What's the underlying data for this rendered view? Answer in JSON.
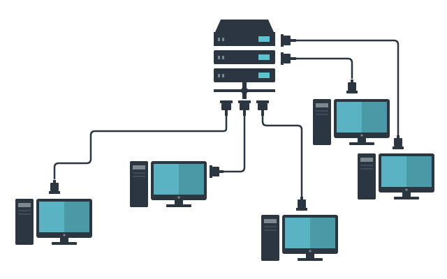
{
  "diagram": {
    "nodes": [
      {
        "id": "server",
        "kind": "server-rack",
        "units": 3
      },
      {
        "id": "pc-1",
        "kind": "desktop-computer"
      },
      {
        "id": "pc-2",
        "kind": "desktop-computer"
      },
      {
        "id": "pc-3",
        "kind": "desktop-computer"
      },
      {
        "id": "pc-4",
        "kind": "desktop-computer"
      },
      {
        "id": "pc-5",
        "kind": "desktop-computer"
      }
    ],
    "edges": [
      {
        "from": "server",
        "to": "pc-1"
      },
      {
        "from": "server",
        "to": "pc-2"
      },
      {
        "from": "server",
        "to": "pc-3"
      },
      {
        "from": "server",
        "to": "pc-4"
      },
      {
        "from": "server",
        "to": "pc-5"
      }
    ]
  },
  "colors": {
    "dark": "#2b3640",
    "panel": "#3a4652",
    "screen_left": "#5ab3c2",
    "screen_right": "#4a99a6",
    "indicator": "#5cc4cf",
    "cable": "#2b3640",
    "stand": "#7d8790",
    "background": "#ffffff"
  }
}
